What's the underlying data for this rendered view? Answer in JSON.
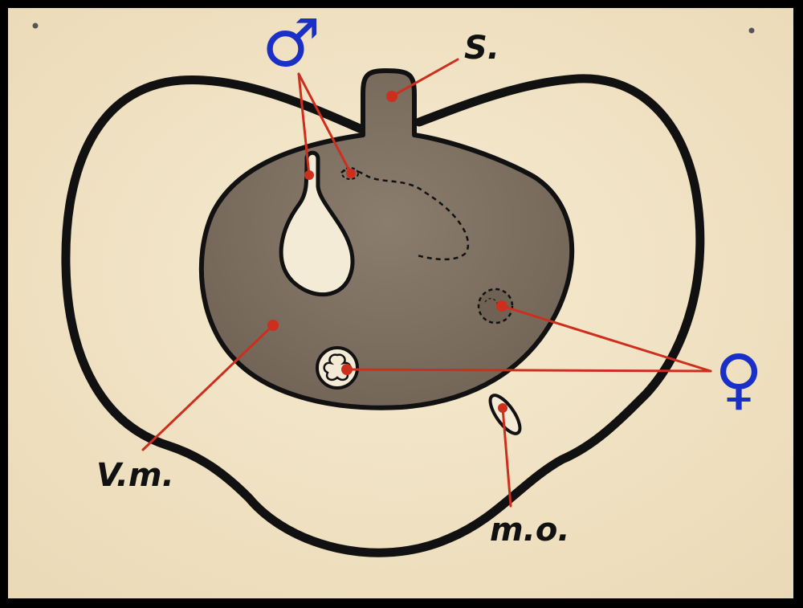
{
  "labels": {
    "s": "S.",
    "vm": "V.m.",
    "mo": "m.o."
  },
  "symbols": {
    "male": "♂",
    "female": "♀"
  },
  "colors": {
    "board": "#f1e4c6",
    "outline": "#111111",
    "tissue": "#7a6c5e",
    "pointer": "#cc2f1e",
    "symbol": "#1a2fc8"
  }
}
